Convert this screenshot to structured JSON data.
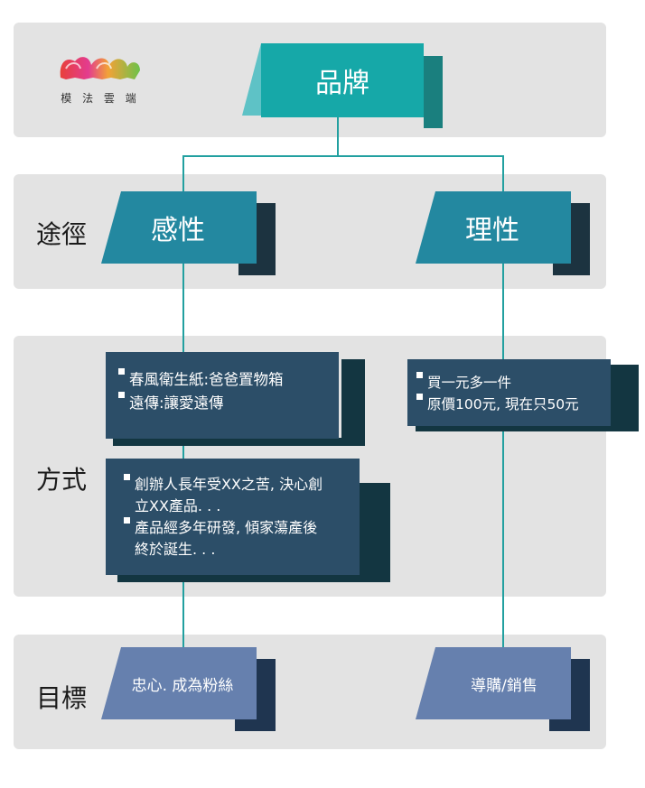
{
  "logo": {
    "text": "模 法 雲 端"
  },
  "brand": {
    "label": "品牌"
  },
  "rows": {
    "route": "途徑",
    "method": "方式",
    "goal": "目標"
  },
  "route": {
    "emotional": "感性",
    "rational": "理性"
  },
  "method": {
    "emotional_box1": [
      "春風衛生紙:爸爸置物箱",
      "遠傳:讓愛遠傳"
    ],
    "emotional_box2": [
      "創辦人長年受XX之苦, 決心創立XX產品. . .",
      "產品經多年研發, 傾家蕩產後終於誕生. . ."
    ],
    "rational_box": [
      "買一元多一件",
      "原價100元, 現在只50元"
    ]
  },
  "goal": {
    "emotional": "忠心.  成為粉絲",
    "rational": "導購/銷售"
  },
  "colors": {
    "band": "#e3e3e3",
    "teal": "#16a8a8",
    "teal_light": "#5ec2c6",
    "teal_dark": "#1a7f7e",
    "steel": "#2388a0",
    "navy": "#1c3340",
    "box": "#2c4e68",
    "box_shadow": "#133641",
    "goal": "#6680ae",
    "goal_shadow": "#1f3550",
    "line": "#22a0a0"
  }
}
